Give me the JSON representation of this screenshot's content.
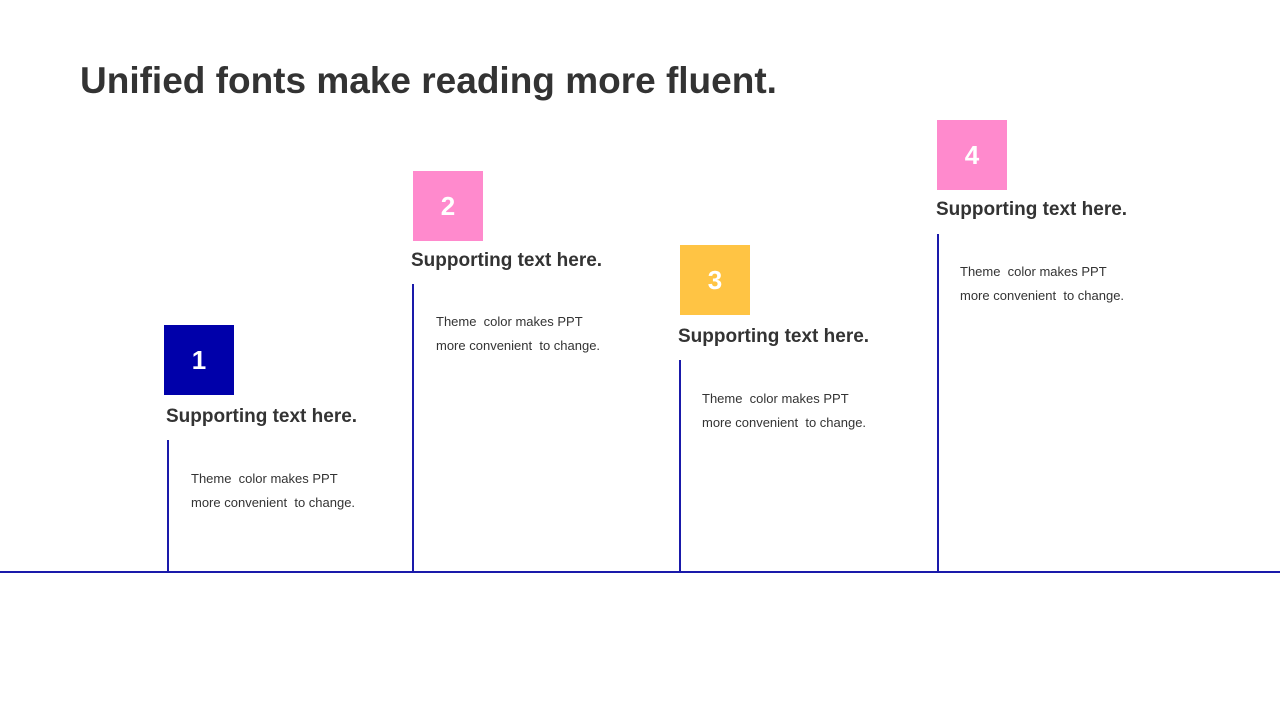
{
  "title": "Unified fonts make reading more fluent.",
  "colors": {
    "navy": "#0000AA",
    "pink": "#FF8ACD",
    "yellow": "#FFC444",
    "line": "#1A1AAA"
  },
  "steps": [
    {
      "number": "1",
      "heading": "Supporting text here.",
      "line1": "Theme  color makes PPT",
      "line2": "more convenient  to change."
    },
    {
      "number": "2",
      "heading": "Supporting text here.",
      "line1": "Theme  color makes PPT",
      "line2": "more convenient  to change."
    },
    {
      "number": "3",
      "heading": "Supporting text here.",
      "line1": "Theme  color makes PPT",
      "line2": "more convenient  to change."
    },
    {
      "number": "4",
      "heading": "Supporting text here.",
      "line1": "Theme  color makes PPT",
      "line2": "more convenient  to change."
    }
  ]
}
